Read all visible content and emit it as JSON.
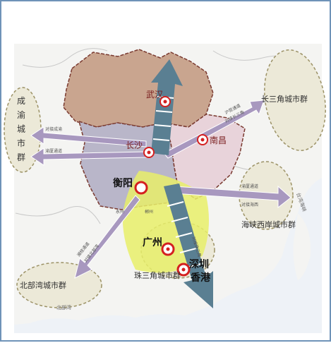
{
  "colors": {
    "frame": "#6f93b8",
    "sea": "#eef2f7",
    "land": "#f4f4f2",
    "hubei": "#c9a58f",
    "hunan": "#b9b6c9",
    "jiangxi": "#e8d3da",
    "guangdong_highlight": "#e7ee6a",
    "corridor_arrow": "#a898bf",
    "main_arrow": "#5a7f92",
    "city_circle": "#d42020",
    "cluster_ellipse": "#ece9d8"
  },
  "clusters": {
    "chengyu": "成渝城市群",
    "changjiang_delta": "长三角城市群",
    "haixia": "海峡西岸城市群",
    "beibuwan": "北部湾城市群",
    "pearl_delta": "珠三角城市群"
  },
  "cities": {
    "wuhan": "武汉",
    "nanchang": "南昌",
    "changsha": "长沙",
    "hengyang": "衡阳",
    "guangzhou": "广州",
    "shenzhen": "深圳",
    "hongkong": "香港",
    "yongzhou": "永州",
    "chenzhou": "郴州"
  },
  "corridor_labels": {
    "west_upper": "对接成渝",
    "west_lower": "渝厦通道",
    "east_upper_a": "沪昆通道",
    "east_upper_b": "对接长三角",
    "east_mid_a": "渝厦通道",
    "east_mid_b": "对接海西",
    "southwest_a": "湘桂通道",
    "southwest_b": "对接北部湾",
    "south_main": "对接珠三角"
  },
  "sea_labels": {
    "taiwan_strait": "台湾海峡",
    "beibu_gulf": "北部湾"
  },
  "icons": {
    "city_marker": "city-circle-icon"
  }
}
